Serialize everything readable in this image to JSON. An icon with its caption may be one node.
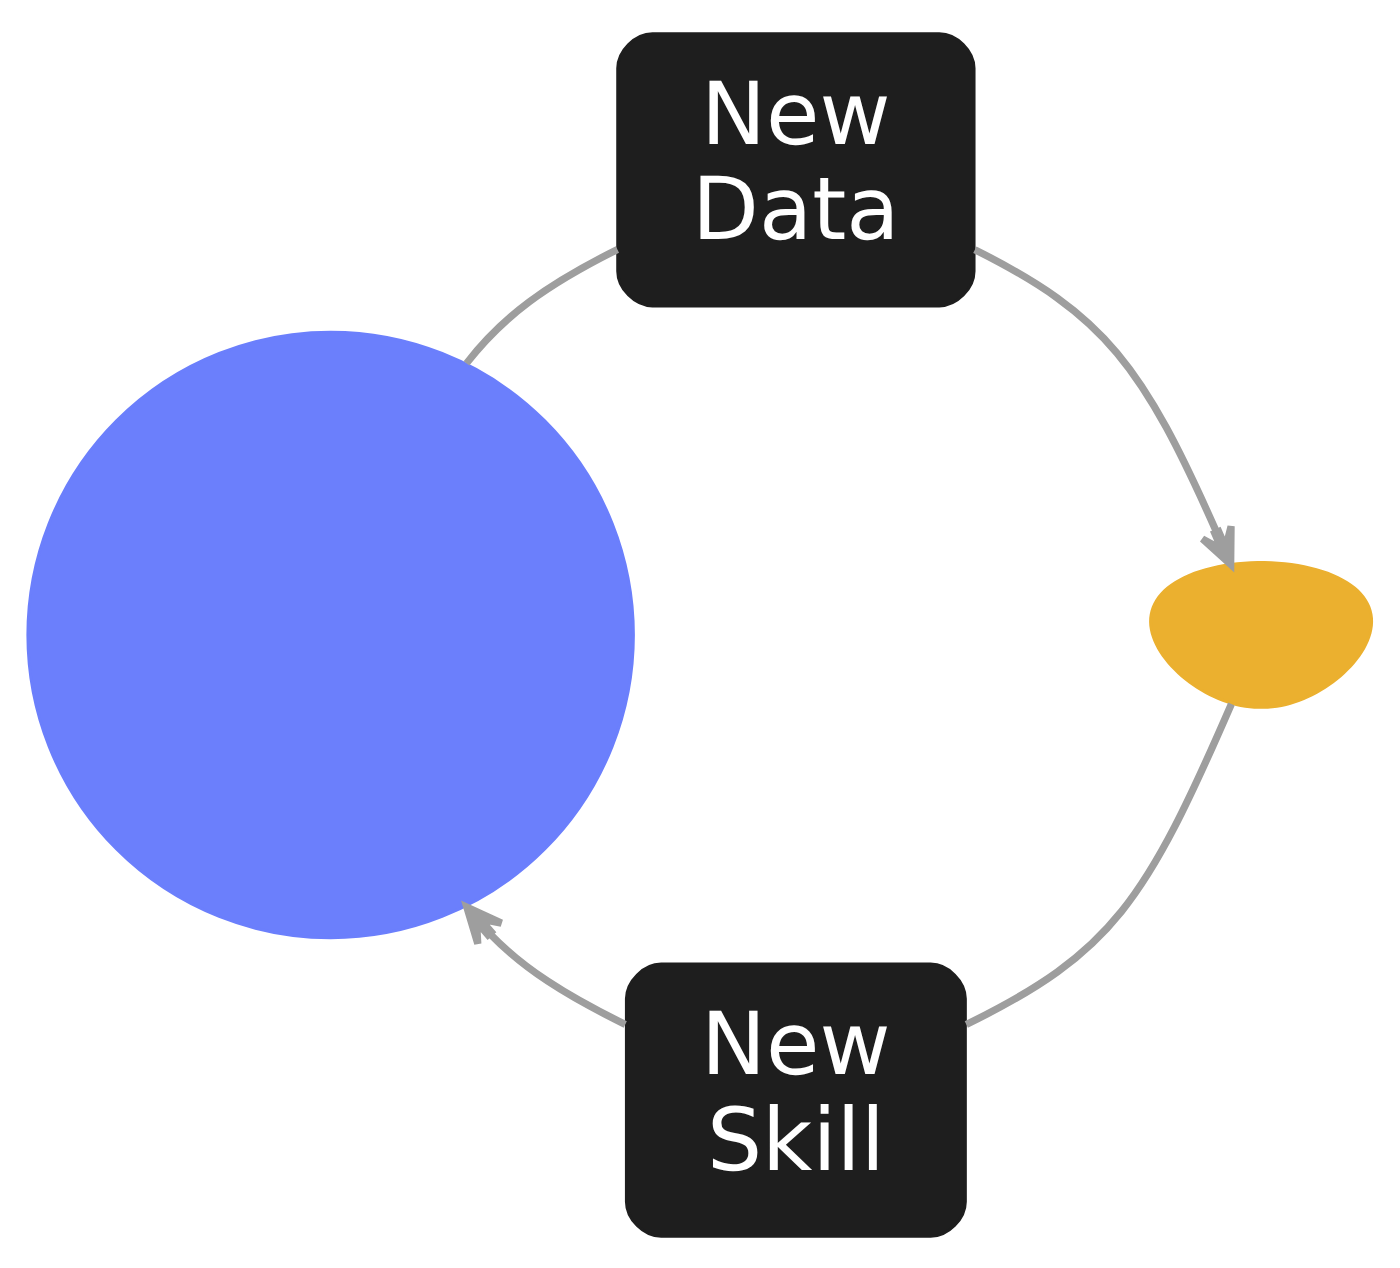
{
  "diagram": {
    "nodes": [
      {
        "text": [
          "New Data"
        ]
      },
      {
        "text": [],
        "shape": "picture"
      },
      {
        "text": [],
        "shape": "picture"
      },
      {
        "text": [
          "New Skill"
        ]
      }
    ],
    "edges": [
      {
        "from": 1,
        "to": 0,
        "arrow": "none"
      },
      {
        "from": 0,
        "to": 2,
        "arrow": "to"
      },
      {
        "from": 2,
        "to": 3,
        "arrow": "none"
      },
      {
        "from": 3,
        "to": 1,
        "arrow": "to"
      }
    ]
  }
}
